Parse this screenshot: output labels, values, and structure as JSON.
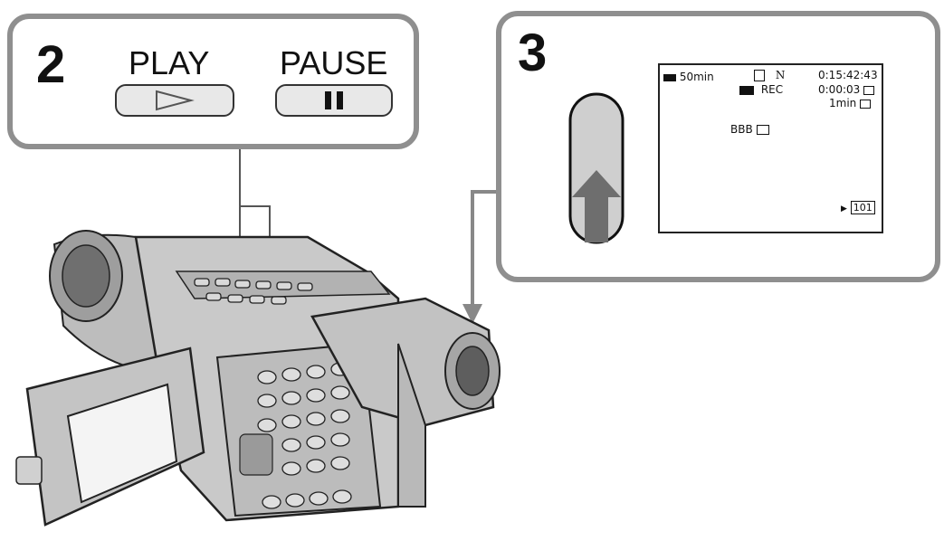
{
  "panel_play": {
    "step_number": "2",
    "play_label": "PLAY",
    "pause_label": "PAUSE",
    "play_icon": "play-triangle-icon",
    "pause_icon": "pause-bars-icon"
  },
  "panel_screen": {
    "step_number": "3",
    "press_icon": "press-arrow-icon",
    "osd": {
      "battery": "50min",
      "mode": "N",
      "timecode": "0:15:42:43",
      "rec_label": "REC",
      "rec_counter": "0:00:03",
      "remaining": "1min",
      "title": "BBB",
      "folder": "101"
    }
  },
  "colors": {
    "panel_border": "#8f8f8f",
    "button_fill": "#e8e8e8",
    "camera_body": "#c9c9c9"
  }
}
